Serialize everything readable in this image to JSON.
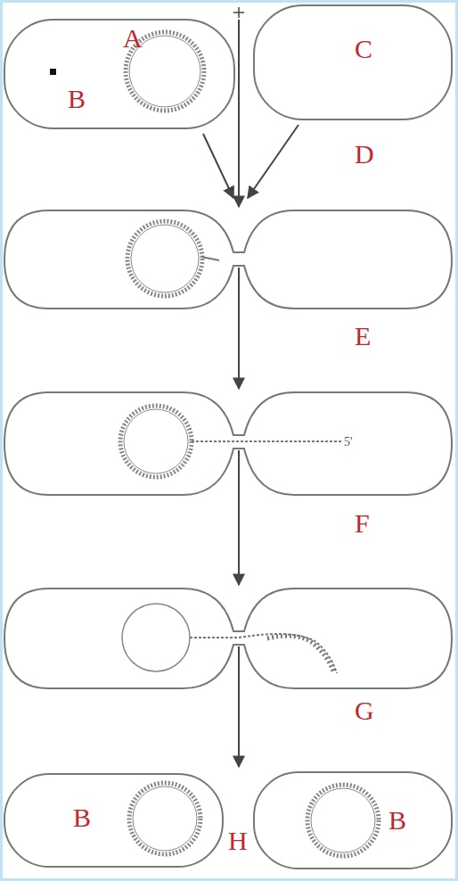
{
  "diagram": {
    "labels": [
      "A",
      "B",
      "C",
      "D",
      "E",
      "F",
      "G",
      "H",
      "B",
      "B"
    ]
  }
}
